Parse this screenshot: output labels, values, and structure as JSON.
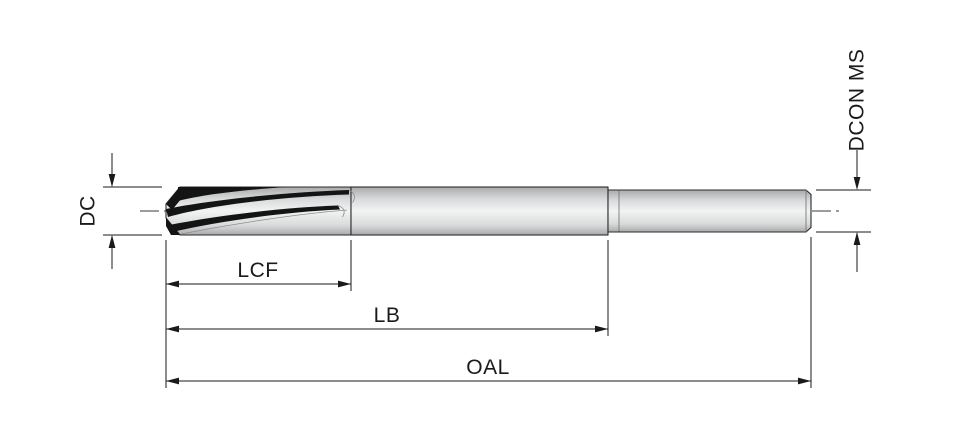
{
  "labels": {
    "dc": "DC",
    "dcon_ms": "DCON MS",
    "lcf": "LCF",
    "lb": "LB",
    "oal": "OAL"
  },
  "colors": {
    "background": "#ffffff",
    "line": "#1a1a1a",
    "metal_edge": "#a8aaab",
    "metal_mid": "#d9dadb",
    "metal_highlight": "#f2f3f3",
    "flute": "#141414"
  }
}
